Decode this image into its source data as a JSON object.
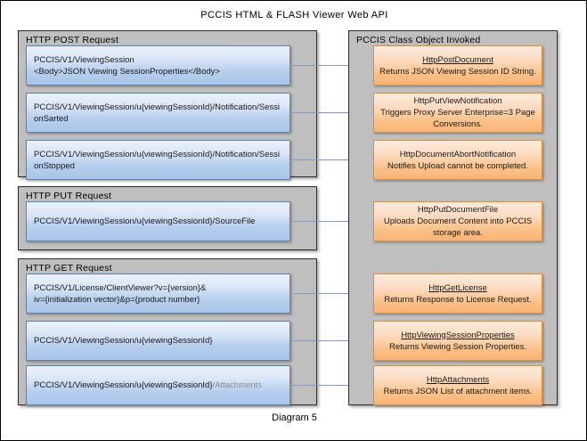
{
  "diagram": {
    "title": "PCCIS  HTML  & FLASH Viewer Web  API",
    "caption": "Diagram 5",
    "colors": {
      "request_border": "#5b83b8",
      "request_fill": "#b9d0ee",
      "class_border": "#e08f3c",
      "class_fill": "#fbc189",
      "group_fill": "#bfbfbf",
      "connector": "#7f9dc4"
    }
  },
  "left_column": {
    "groups": [
      {
        "title": "HTTP POST Request",
        "requests": [
          {
            "line1": "PCCIS/V1/ViewingSession",
            "line2": "<Body>JSON Viewing SessionProperties</Body>"
          },
          {
            "line1": "PCCIS/V1/ViewingSession/u{viewingSessionId}/Notification/SessionSarted",
            "line2": ""
          },
          {
            "line1": "PCCIS/V1/ViewingSession/u{viewingSessionId}/Notification/SessionStopped",
            "line2": ""
          }
        ]
      },
      {
        "title": "HTTP PUT Request",
        "requests": [
          {
            "line1": "PCCIS/V1/ViewingSession/u{viewingSessionId}/SourceFile",
            "line2": ""
          }
        ]
      },
      {
        "title": "HTTP GET Request",
        "requests": [
          {
            "line1": "PCCIS/V1/License/ClientViewer?v={version}&",
            "line2": "iv={initialization vector}&p={product number}"
          },
          {
            "line1": "PCCIS/V1/ViewingSession/u{viewingSessionId}",
            "line2": ""
          },
          {
            "line1": "PCCIS/V1/ViewingSession/u{viewingSessionId}",
            "line2": "",
            "dim_suffix": "/Attachments"
          }
        ]
      }
    ]
  },
  "right_column": {
    "title": "PCCIS Class Object Invoked",
    "classes": [
      {
        "name": "HttpPostDocument",
        "underlined": true,
        "desc": "Returns JSON Viewing Session ID String."
      },
      {
        "name": "HttpPutViewNotification",
        "underlined": false,
        "desc": "Triggers Proxy Server Enterprise=3 Page Conversions."
      },
      {
        "name": "HttpDocumentAbortNotification",
        "underlined": false,
        "desc": "Notifies Upload cannot be completed."
      },
      {
        "name": "HttpPutDocumentFile",
        "underlined": false,
        "desc": "Uploads Document Content into PCCIS storage area."
      },
      {
        "name": "HttpGetLicense",
        "underlined": true,
        "desc": "Returns Response to License Request."
      },
      {
        "name": "HttpViewingSessionProperties",
        "underlined": true,
        "desc": "Returns Viewing Session Properties."
      },
      {
        "name": "HttpAttachments",
        "underlined": true,
        "desc": "Returns JSON List of attachment items."
      }
    ]
  }
}
